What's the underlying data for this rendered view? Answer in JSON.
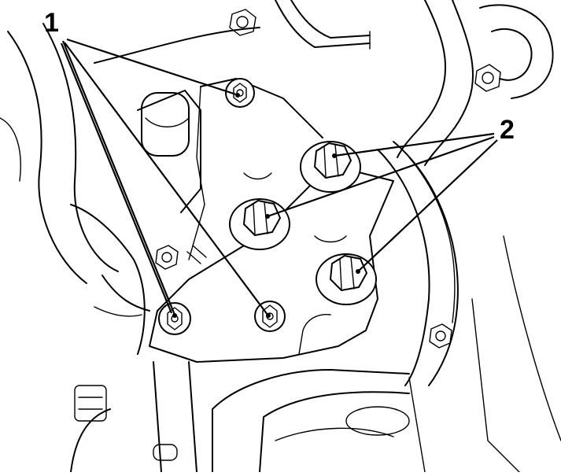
{
  "callouts": {
    "torx_bolts": {
      "number": "1",
      "targets": 4
    },
    "hex_bolts": {
      "number": "2",
      "targets": 3
    }
  },
  "colors": {
    "line": "#000000",
    "background": "#ffffff"
  }
}
